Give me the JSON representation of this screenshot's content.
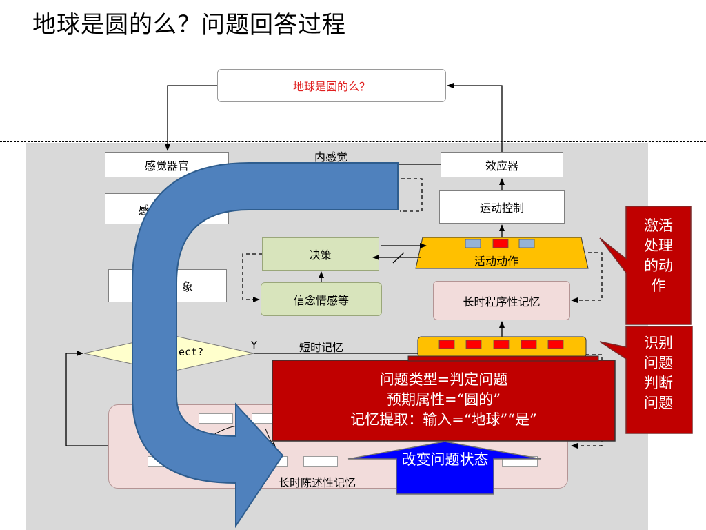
{
  "slide": {
    "title": "地球是圆的么？问题回答过程"
  },
  "question_box": {
    "text": "地球是圆的么？",
    "text_color": "#e02020"
  },
  "labels": {
    "sense_organ": "感觉器官",
    "inner_sense": "内感觉",
    "effector": "效应器",
    "perception": "感",
    "motor_control": "运动控制",
    "decision": "决策",
    "activity_action": "活动动作",
    "image": "象",
    "belief_emotion": "信念情感等",
    "procedural_memory": "长时程序性记忆",
    "correct_condition": "ect?",
    "yes": "Y",
    "short_term_memory": "短时记忆",
    "declarative_memory": "长时陈述性记忆"
  },
  "callouts": {
    "activate": "激活处理的动作",
    "recognize": "识别问题判断问题",
    "change_state": "改变问题状态"
  },
  "question_state": {
    "lines": [
      "问题类型=判定问题",
      "预期属性=“圆的”",
      "记忆提取：输入=“地球”“是”"
    ]
  },
  "colors": {
    "accent_red": "#c00000",
    "action_yellow": "#ffc000",
    "mini_red": "#ff0000",
    "mini_blue": "#95b3d7",
    "big_arrow_blue": "#4f81bd",
    "change_arrow_blue": "#0000ff",
    "decision_green": "#d8e4bc",
    "memory_pink": "#f2dcdb",
    "diamond_yellow": "#ffffcc"
  }
}
